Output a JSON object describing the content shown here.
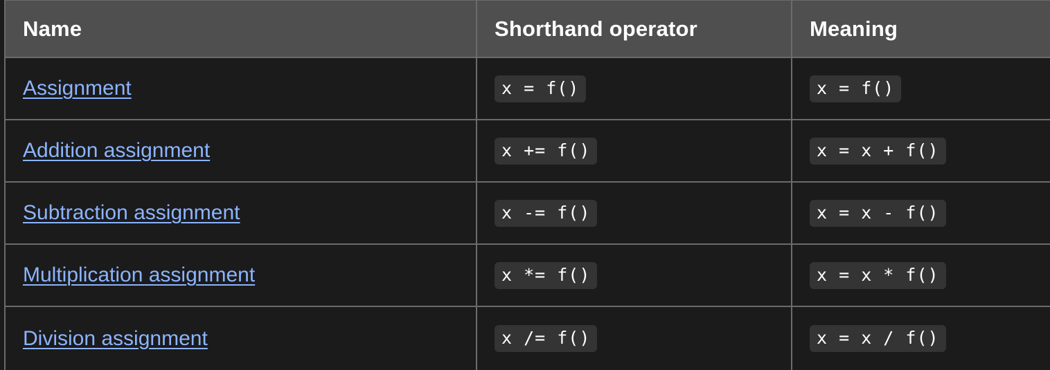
{
  "table": {
    "headers": [
      "Name",
      "Shorthand operator",
      "Meaning"
    ],
    "rows": [
      {
        "name": "Assignment",
        "shorthand": "x = f()",
        "meaning": "x = f()"
      },
      {
        "name": "Addition assignment",
        "shorthand": "x += f()",
        "meaning": "x = x + f()"
      },
      {
        "name": "Subtraction assignment",
        "shorthand": "x -= f()",
        "meaning": "x = x - f()"
      },
      {
        "name": "Multiplication assignment",
        "shorthand": "x *= f()",
        "meaning": "x = x * f()"
      },
      {
        "name": "Division assignment",
        "shorthand": "x /= f()",
        "meaning": "x = x / f()"
      }
    ]
  },
  "colors": {
    "page_background": "#1b1b1b",
    "header_background": "#4f4f4f",
    "border": "#6b6b6b",
    "link": "#8cb4ff",
    "code_background": "#343434"
  }
}
